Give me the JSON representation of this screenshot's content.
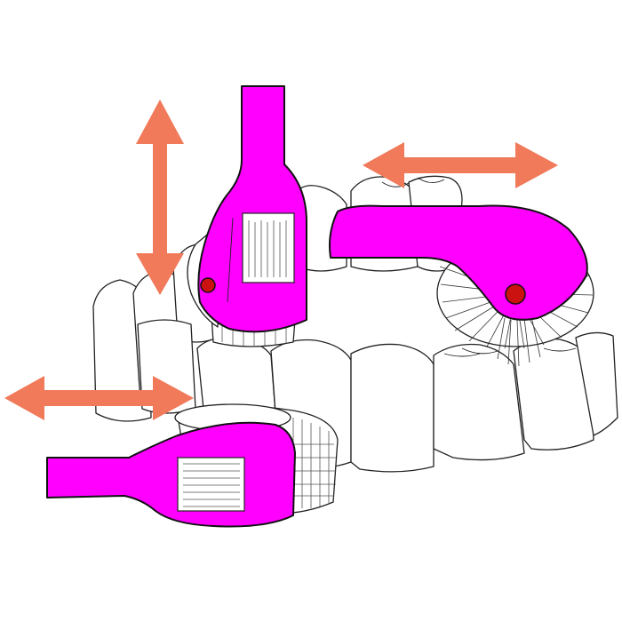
{
  "colors": {
    "brush": "#ff00ff",
    "arrow": "#f07a5a",
    "pivot": "#cc1111"
  },
  "motions": [
    {
      "name": "vertical-motion",
      "direction": "up-down"
    },
    {
      "name": "horizontal-motion-top",
      "direction": "left-right"
    },
    {
      "name": "horizontal-motion-bottom",
      "direction": "left-right"
    }
  ],
  "brushes": [
    {
      "name": "vertical-brush",
      "head": "flat-pad"
    },
    {
      "name": "lateral-brush",
      "head": "radial-bristle-wheel"
    },
    {
      "name": "front-brush",
      "head": "cylindrical-roller"
    }
  ]
}
